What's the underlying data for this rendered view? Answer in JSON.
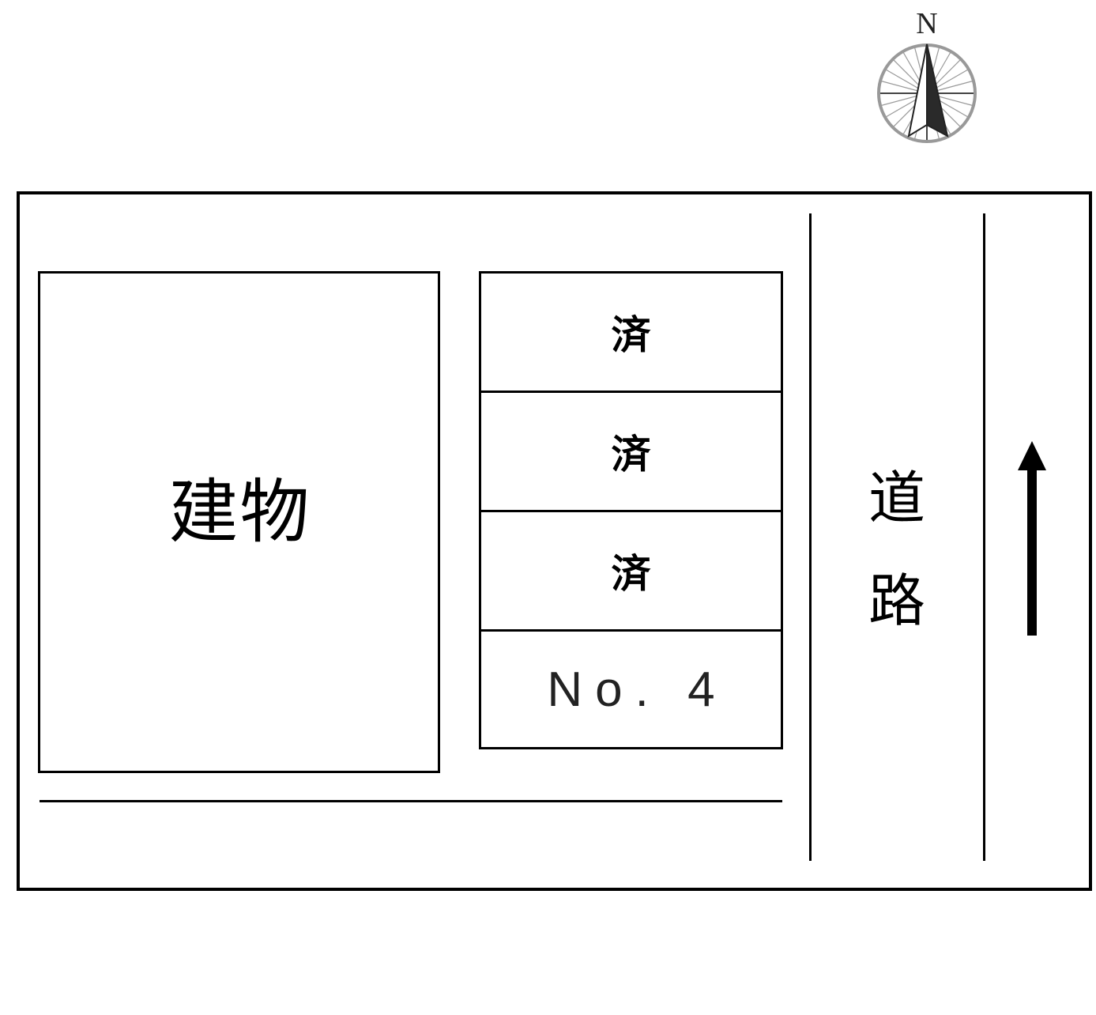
{
  "diagram": {
    "type": "parking-lot-site-map",
    "compass": {
      "label": "N",
      "icon": "north-compass-rose-icon",
      "ring_color": "#999999",
      "needle_dark": "#222222"
    },
    "building": {
      "label": "建物"
    },
    "parking": {
      "spaces": [
        {
          "label": "済",
          "status": "taken"
        },
        {
          "label": "済",
          "status": "taken"
        },
        {
          "label": "済",
          "status": "taken"
        },
        {
          "label": "No. 4",
          "status": "available"
        }
      ]
    },
    "road": {
      "label_line1": "道",
      "label_line2": "路",
      "direction_icon": "arrow-up-icon"
    },
    "colors": {
      "line": "#000000",
      "background": "#ffffff"
    }
  }
}
